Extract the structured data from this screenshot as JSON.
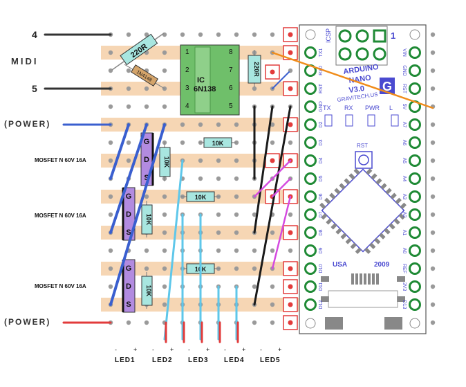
{
  "labels": {
    "pin4": "4",
    "midi": "MIDI",
    "pin5": "5",
    "power_top": "(POWER)",
    "power_bottom": "(POWER)",
    "mosfet1": "MOSFET N 60V 16A",
    "mosfet2": "MOSFET N 60V 16A",
    "mosfet3": "MOSFET N 60V 16A",
    "leds": [
      "LED1",
      "LED2",
      "LED3",
      "LED4",
      "LED5"
    ],
    "minus": "-",
    "plus": "+"
  },
  "components": {
    "r220_diag": "220R",
    "diode": "1N4148",
    "ic_label": "IC",
    "ic_part": "6N138",
    "ic_pins_left": [
      "1",
      "2",
      "3",
      "4"
    ],
    "ic_pins_right": [
      "8",
      "7",
      "6",
      "5"
    ],
    "r220_vert": "220R",
    "r10k_a": "10K",
    "r10k_b": "10K",
    "r10k_c": "10K",
    "r10k_v1": "10K",
    "r10k_v2": "10K",
    "r10k_v3": "10K",
    "mosfet_pins": [
      "G",
      "D",
      "S"
    ]
  },
  "arduino": {
    "title1": "ARDUINO",
    "title2": "NANO",
    "version": "V3.0",
    "maker": "GRAVITECH.US",
    "usa": "USA",
    "year": "2009",
    "icsp": "ICSP",
    "one": "1",
    "rst": "RST",
    "tx": "TX",
    "rx": "RX",
    "pwr": "PWR",
    "l": "L",
    "left_pins": [
      "TX1",
      "RX0",
      "RST",
      "GND",
      "D2",
      "D3",
      "D4",
      "D5",
      "D6",
      "D7",
      "D8",
      "D9",
      "D10",
      "D11",
      "D12"
    ],
    "right_pins": [
      "VIN",
      "GND",
      "RST",
      "5V",
      "A7",
      "A6",
      "A5",
      "A4",
      "A3",
      "A2",
      "A1",
      "A0",
      "REF",
      "3V3",
      "D13"
    ]
  },
  "colors": {
    "strip": "#f6d6b4",
    "gap": "#ffffff",
    "hole": "#9a9a9a",
    "ic": "#6fbf6a",
    "resistor": "#a8e6e0",
    "mosfet": "#b28be0",
    "nano": "#1f8a35",
    "blue_wire": "#3a5fcf",
    "cyan_wire": "#5ec7ea",
    "black_wire": "#1a1a1a",
    "magenta_wire": "#d44ae0",
    "orange_wire": "#f08c1a",
    "red_wire": "#e23b3b"
  }
}
